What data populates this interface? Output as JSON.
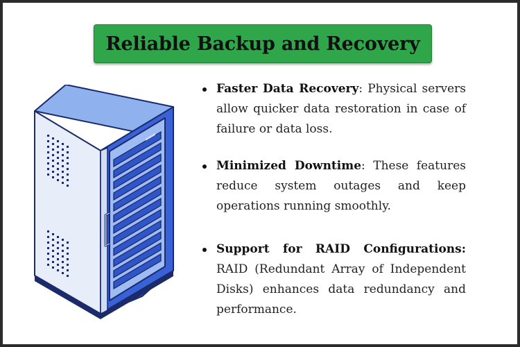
{
  "title": "Reliable Backup and Recovery",
  "image": {
    "icon": "server-rack-icon"
  },
  "bullets": [
    {
      "heading": "Faster Data Recovery",
      "separator": ":",
      "body": " Physical servers allow quicker data restoration in case of failure or data loss."
    },
    {
      "heading": "Minimized Downtime",
      "separator": ":",
      "body": " These features reduce system outages and keep operations running smoothly."
    },
    {
      "heading": "Support for RAID Configurations:",
      "separator": "",
      "body": " RAID (Redundant Array of Independent Disks) enhances data redundancy and performance."
    }
  ],
  "colors": {
    "title_bg": "#2fa64a",
    "server_body": "#e8eef9",
    "server_top": "#8fb2ef",
    "server_front": "#3a62d8",
    "outline": "#1b2a6b"
  }
}
